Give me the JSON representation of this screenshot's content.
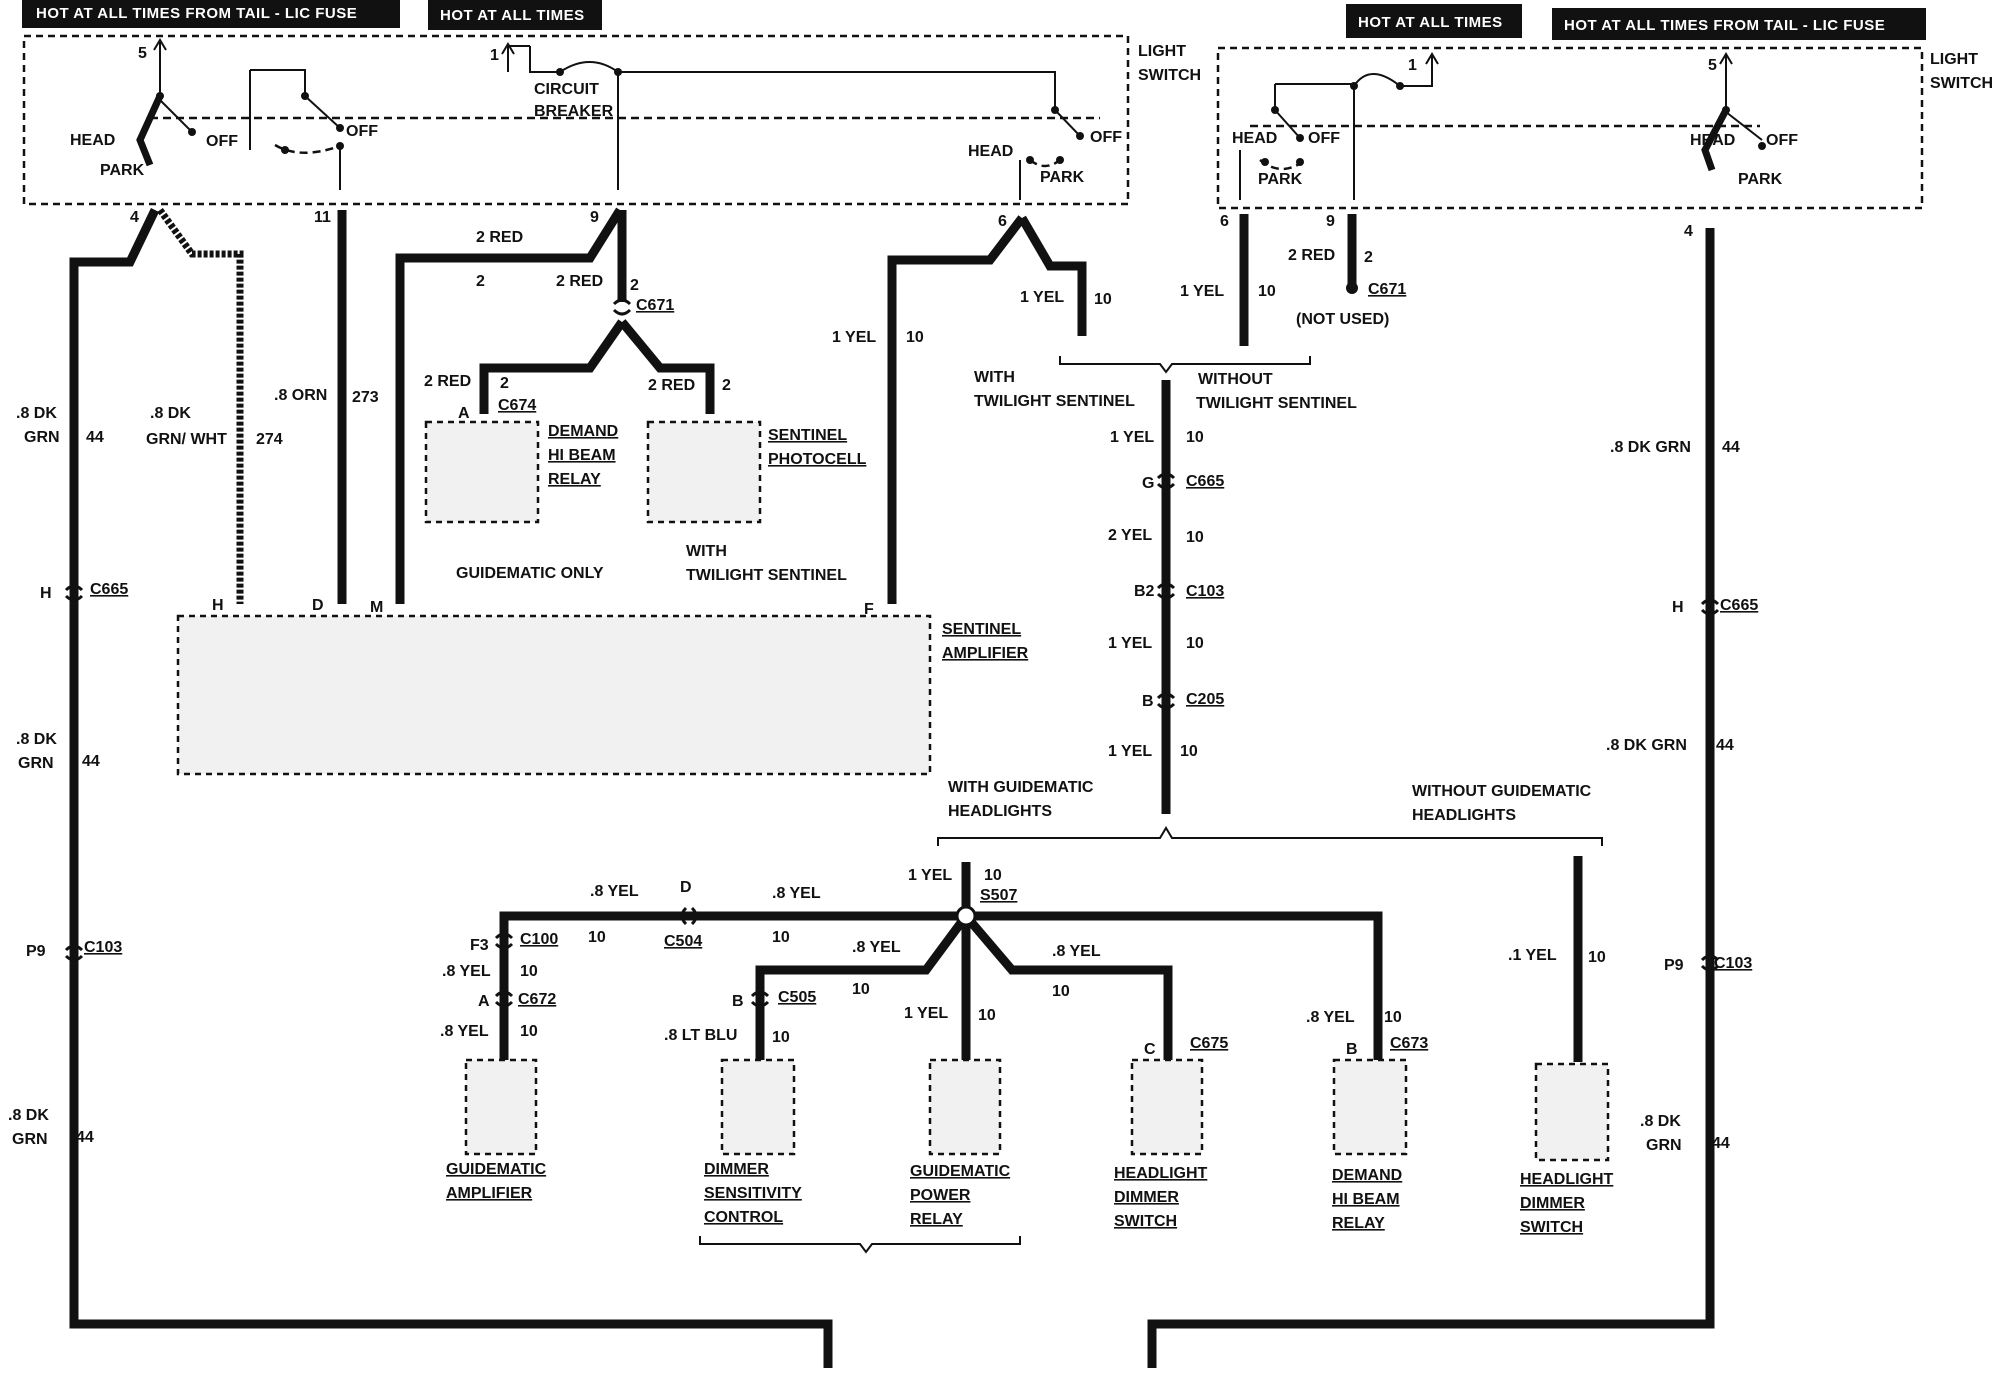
{
  "banners": {
    "left_tail": "HOT AT ALL TIMES FROM TAIL - LIC FUSE",
    "left_hot": "HOT AT ALL TIMES",
    "right_hot": "HOT AT ALL TIMES",
    "right_tail": "HOT AT ALL TIMES FROM TAIL - LIC FUSE"
  },
  "light_switch_left": {
    "title_1": "LIGHT",
    "title_2": "SWITCH",
    "circuit_breaker_1": "CIRCUIT",
    "circuit_breaker_2": "BREAKER",
    "head": "HEAD",
    "park": "PARK",
    "off": "OFF",
    "pins": {
      "p5": "5",
      "p1": "1",
      "p4": "4",
      "p11": "11",
      "p9": "9",
      "p6": "6"
    }
  },
  "light_switch_right": {
    "title_1": "LIGHT",
    "title_2": "SWITCH",
    "head": "HEAD",
    "park": "PARK",
    "off": "OFF",
    "pins": {
      "p1": "1",
      "p5": "5",
      "p6": "6",
      "p9": "9",
      "p4": "4"
    }
  },
  "wires": {
    "dk_grn": ".8 DK",
    "grn": "GRN",
    "c44": "44",
    "dk_grn_2": ".8 DK",
    "grn_wht": "GRN/ WHT",
    "c274": "274",
    "orn": ".8 ORN",
    "c273": "273",
    "red_2": "2 RED",
    "c2": "2",
    "yel_1": "1 YEL",
    "c10": "10",
    "yel_2": "2 YEL",
    "yel_8": ".8 YEL",
    "lt_blu": ".8 LT BLU",
    "yel_01": ".1 YEL",
    "dk_grn_line": ".8 DK GRN"
  },
  "connectors": {
    "c665": "C665",
    "c103": "C103",
    "c671": "C671",
    "c674": "C674",
    "c205": "C205",
    "c100": "C100",
    "c504": "C504",
    "c505": "C505",
    "c672": "C672",
    "c675": "C675",
    "c673": "C673",
    "s507": "S507",
    "pin_h": "H",
    "pin_d": "D",
    "pin_m": "M",
    "pin_f": "F",
    "pin_a": "A",
    "pin_b": "B",
    "pin_c": "C",
    "pin_g": "G",
    "pin_b2": "B2",
    "pin_p9": "P9",
    "pin_f3": "F3"
  },
  "components": {
    "demand_relay": [
      "DEMAND",
      "HI BEAM",
      "RELAY"
    ],
    "sentinel_photocell": [
      "SENTINEL",
      "PHOTOCELL"
    ],
    "sentinel_amplifier": [
      "SENTINEL",
      "AMPLIFIER"
    ],
    "guidematic_amplifier": [
      "GUIDEMATIC",
      "AMPLIFIER"
    ],
    "dimmer_sensitivity": [
      "DIMMER",
      "SENSITIVITY",
      "CONTROL"
    ],
    "guidematic_power_relay": [
      "GUIDEMATIC",
      "POWER",
      "RELAY"
    ],
    "headlight_dimmer_1": [
      "HEADLIGHT",
      "DIMMER",
      "SWITCH"
    ],
    "demand_relay_2": [
      "DEMAND",
      "HI BEAM",
      "RELAY"
    ],
    "headlight_dimmer_2": [
      "HEADLIGHT",
      "DIMMER",
      "SWITCH"
    ]
  },
  "notes": {
    "guidematic_only": "GUIDEMATIC ONLY",
    "with_twilight_1": "WITH",
    "with_twilight_2": "TWILIGHT SENTINEL",
    "with_tw_1": "WITH",
    "with_tw_2": "TWILIGHT SENTINEL",
    "without_tw_1": "WITHOUT",
    "without_tw_2": "TWILIGHT SENTINEL",
    "not_used": "(NOT USED)",
    "with_guid_1": "WITH GUIDEMATIC",
    "with_guid_2": "HEADLIGHTS",
    "without_guid_1": "WITHOUT GUIDEMATIC",
    "without_guid_2": "HEADLIGHTS"
  }
}
